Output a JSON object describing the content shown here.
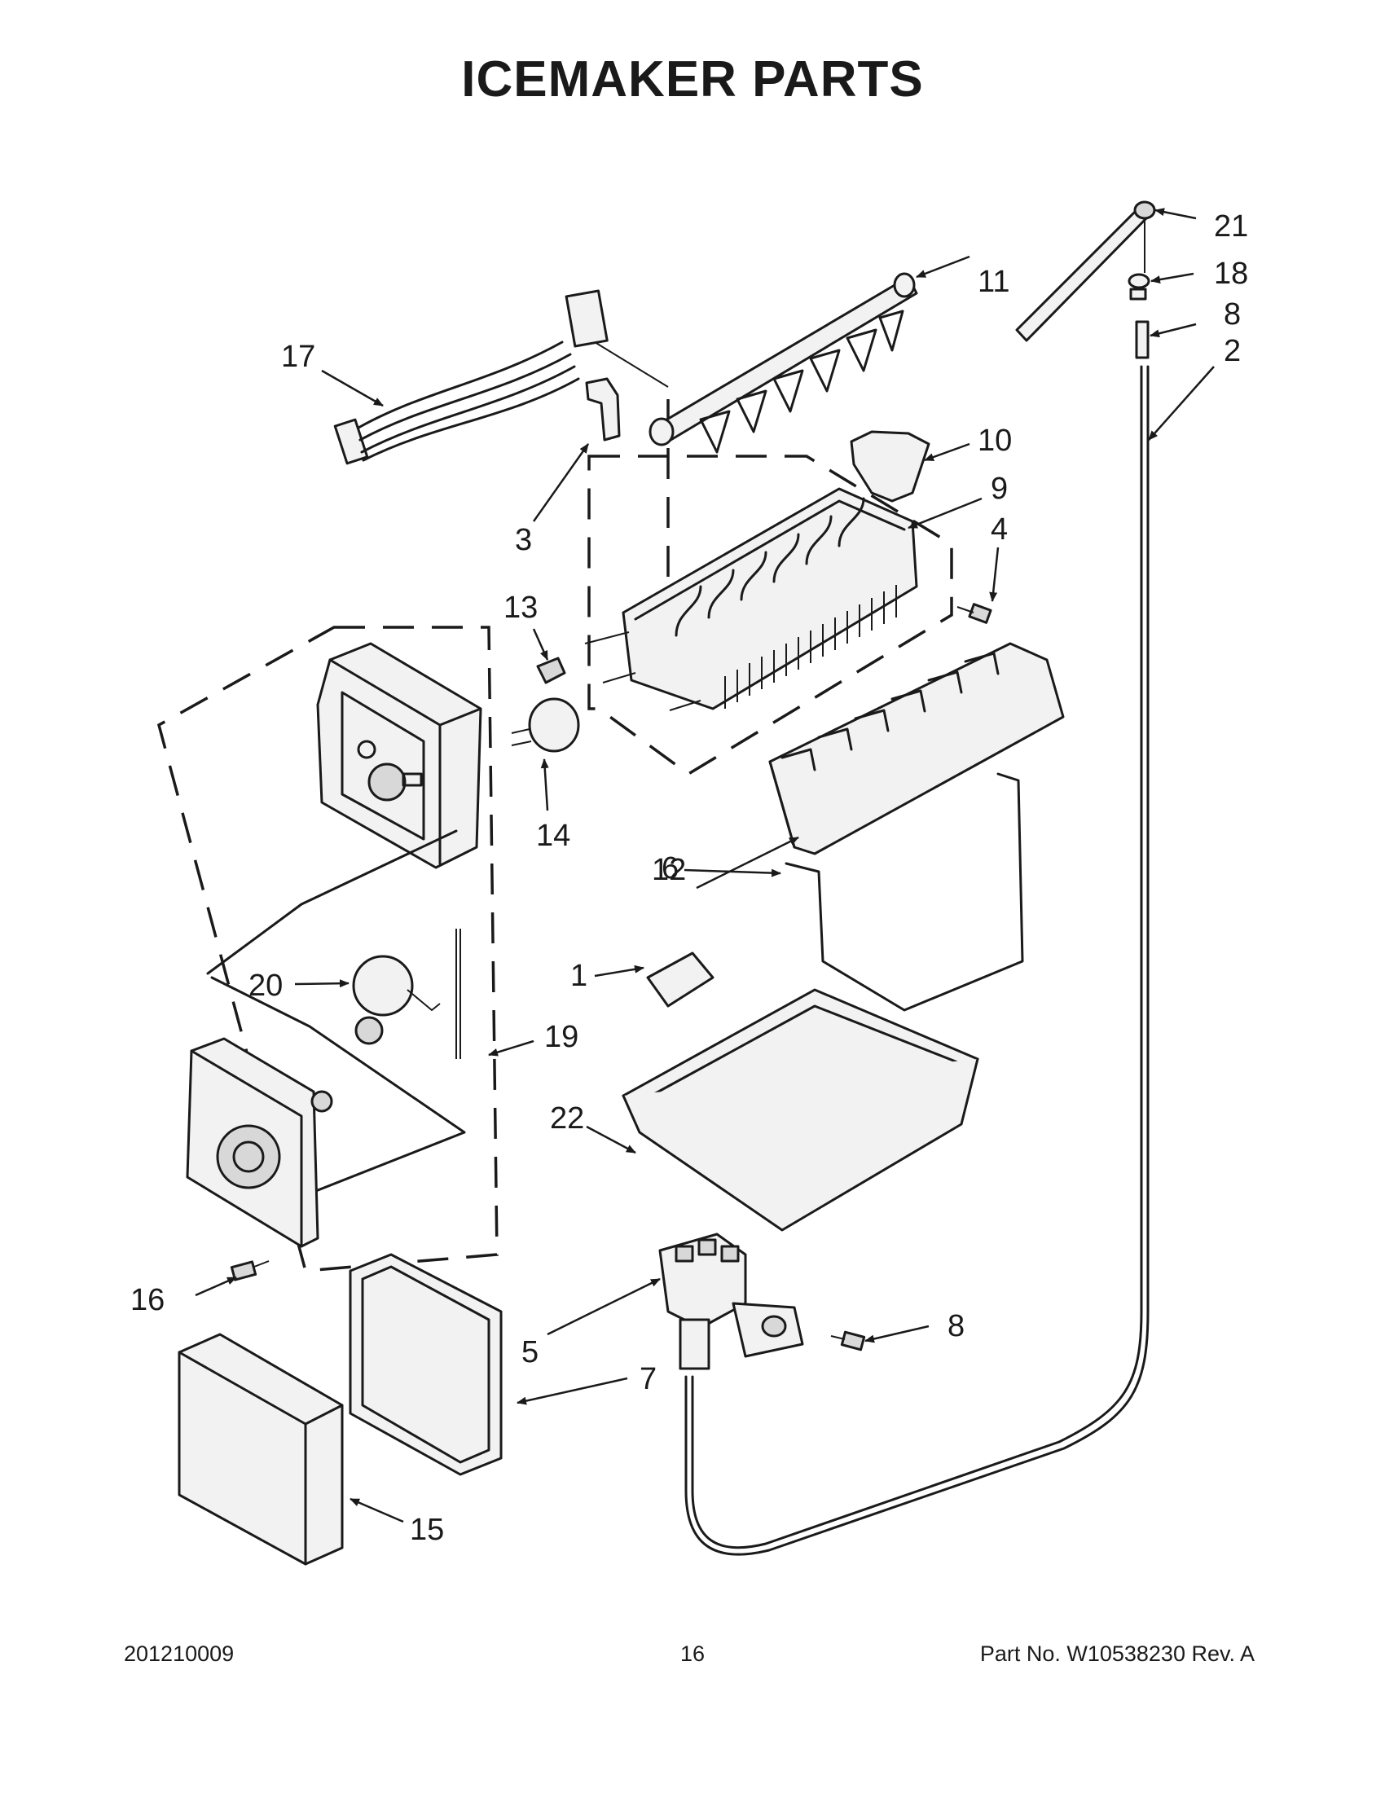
{
  "title": "ICEMAKER PARTS",
  "callouts": [
    "21",
    "18",
    "8",
    "2",
    "11",
    "17",
    "10",
    "9",
    "4",
    "3",
    "13",
    "14",
    "12",
    "6",
    "1",
    "20",
    "19",
    "22",
    "16",
    "5",
    "8",
    "7",
    "15"
  ],
  "footer": {
    "code": "201210009",
    "page": "16",
    "part": "Part No.  W10538230  Rev.  A"
  }
}
